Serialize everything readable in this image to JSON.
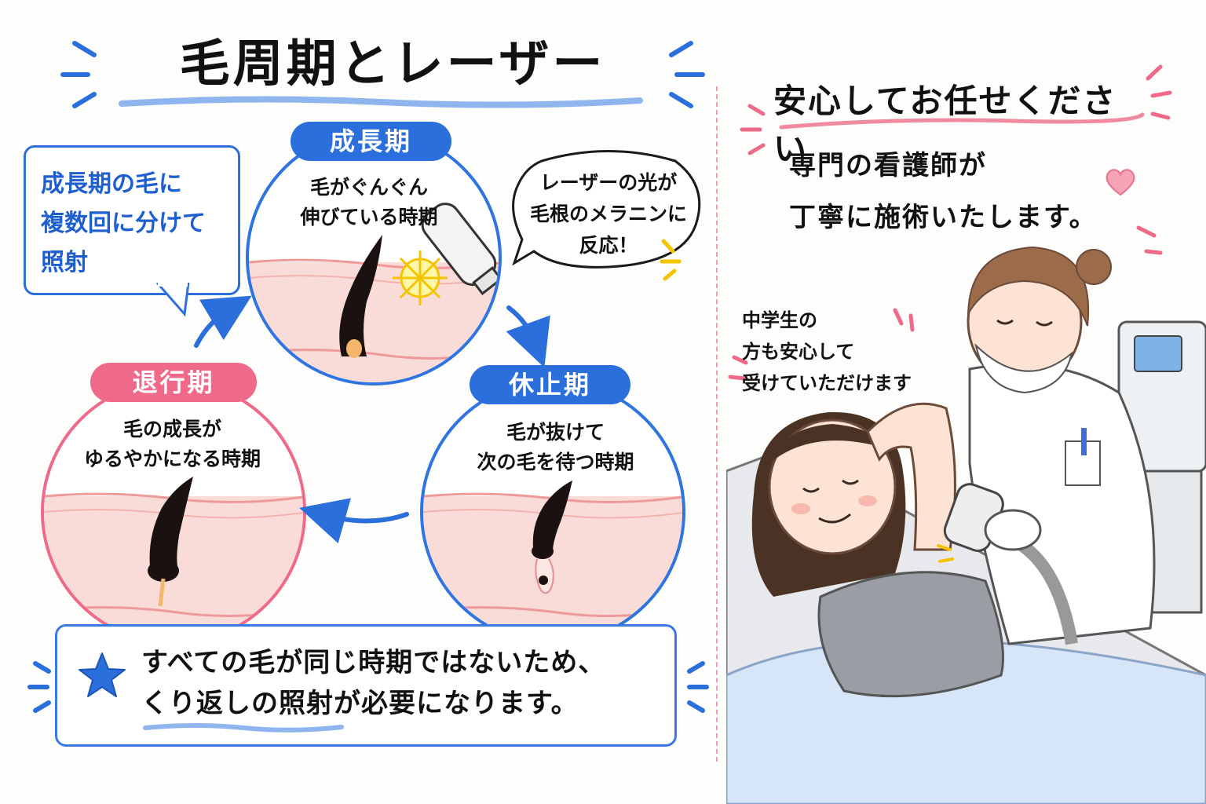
{
  "main_title": "毛周期とレーザー",
  "right_title": "安心してお任せください",
  "callout": {
    "text": "成長期の毛に\n複数回に分けて\n照射"
  },
  "laser_speech": {
    "text": "レーザーの光が\n毛根のメラニンに\n反応！"
  },
  "phases": {
    "growth": {
      "label": "成長期",
      "desc": "毛がぐんぐん\n伸びている時期"
    },
    "catagen": {
      "label": "退行期",
      "desc": "毛の成長が\nゆるやかになる時期"
    },
    "telogen": {
      "label": "休止期",
      "desc": "毛が抜けて\n次の毛を待つ時期"
    }
  },
  "note": {
    "line1": "すべての毛が同じ時期ではないため、",
    "line2_underlined": "くり返しの照射",
    "line2_rest": "が必要になります。"
  },
  "staff_text": "専門の看護師が\n丁寧に施術いたします。",
  "student_text": "中学生の\n方も安心して\n受けていただけます",
  "colors": {
    "blue": "#2a6fdc",
    "pink": "#ef6a88",
    "skin": "#f7d3d0",
    "yellow": "#f4c400"
  },
  "icons": [
    "star-icon",
    "heart-icon",
    "sparkle-icon"
  ]
}
